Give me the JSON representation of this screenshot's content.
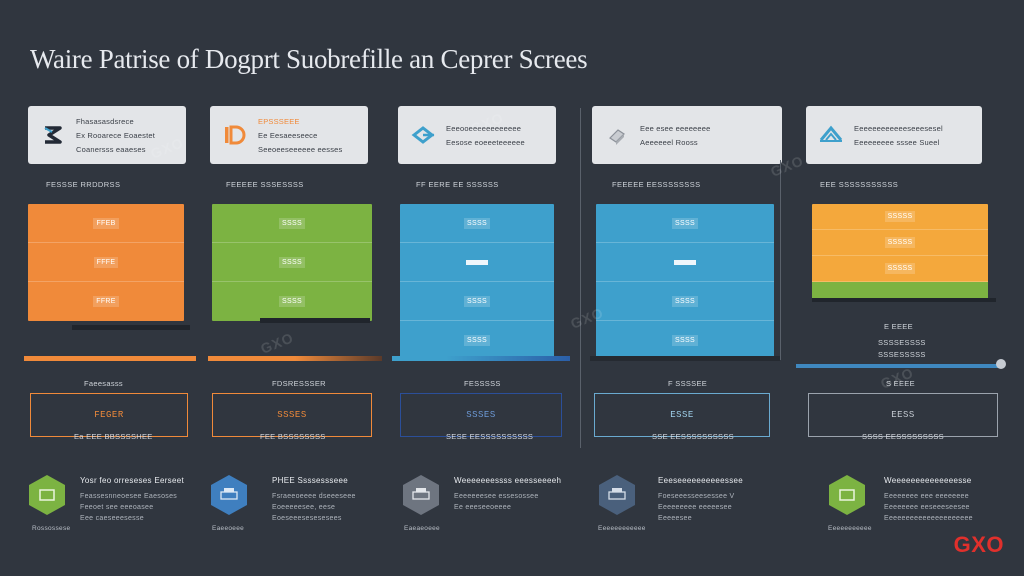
{
  "title": "Waire Patrise of Dogprt  Suobrefille  an Ceprer Screes",
  "brand": "GXO",
  "watermark": "GXO",
  "colors": {
    "background": "#30363f",
    "orange": "#f08a3a",
    "green": "#7cb342",
    "blue": "#3ea0cc",
    "yellow": "#f4a83c",
    "brand_red": "#e0302c"
  },
  "columns": [
    {
      "logo_icon": "s-shape-logo-icon",
      "card_lines": [
        "Fhasasasdsrece",
        "Ex Rooarece Eoaestet",
        "Coanersss eaaeses"
      ],
      "column_label": "FESSSE RRDDRSS",
      "block_rows": [
        "FFEB",
        "FFFE",
        "FFRE"
      ],
      "sub_label": "Faeesasss",
      "panel_value": "FEGER",
      "panel_caption": "Ea EEE BBSSSSHEE",
      "hex_caption": "Rossossese",
      "info_title": "Yosr feo orreseses Eerseet",
      "info_lines": [
        "Feassesnneoesee Eaesoses",
        "Feeoet see eeeoasee",
        "Eee caeseeesesse"
      ]
    },
    {
      "logo_icon": "d-shape-logo-icon",
      "card_lines": [
        "EPSSSEEE",
        "Ee Eesaeeseece",
        "Seeoeeseeeeee eesses"
      ],
      "column_label": "FEEEEE SSSESSSS",
      "block_rows": [
        "SSSS",
        "SSSS",
        "SSSS"
      ],
      "sub_label": "FDSRESSSER",
      "panel_value": "SSSES",
      "panel_caption": "FEE BSSSSSSSS",
      "hex_caption": "Eaeeoeee",
      "info_title": "PHEE Ssssessseee",
      "info_lines": [
        "Fsraeeoeeee dseeeseee",
        "Eoeeeeesee, eese",
        "Eoeseeesesesesees"
      ]
    },
    {
      "logo_icon": "chevron-logo-icon",
      "card_lines": [
        "Eeeooeeeeeeeeeeee",
        "Eesose eoeeeteeeeee"
      ],
      "column_label": "FF EERE EE SSSSSS",
      "block_rows": [
        "SSSS",
        "",
        "SSSS",
        "SSSS"
      ],
      "sub_label": "FESSSSS",
      "panel_value": "SSSES",
      "panel_caption": "SESE EESSSSSSSSSS",
      "hex_caption": "Eaeaeoeee",
      "info_title": "Weeeeeeessss eeesseeeeh",
      "info_lines": [
        "Eeeeeeesee essesossee",
        "Ee eeeseeoeeee"
      ]
    },
    {
      "logo_icon": "box-logo-icon",
      "card_lines": [
        "Eee esee eeeeeeee",
        "Aeeeeeel Rooss"
      ],
      "column_label": "FEEEEE EESSSSSSSS",
      "block_rows": [
        "SSSS",
        "",
        "SSSS",
        "SSSS"
      ],
      "sub_label": "F SSSSEE",
      "panel_value": "ESSE",
      "panel_caption": "SSE EESSSSSSSSSS",
      "hex_caption": "Eeeeeeeeeeee",
      "info_title": "Eeeseeeeeeeeeessee",
      "info_lines": [
        "Foeseeesseesessee   V",
        "Eeeeeeeee eeeeesee",
        "Eeeeesee"
      ]
    },
    {
      "logo_icon": "bridge-logo-icon",
      "card_lines": [
        "Eeeeeeeeeeeeseeesesel",
        "Eeeeeeeee sssee Sueel"
      ],
      "column_label": "EEE SSSSSSSSSSS",
      "block_rows": [
        "SSSSS",
        "SSSSS",
        "SSSSS"
      ],
      "sub_label": "S EEEE",
      "panel_value": "EESS",
      "panel_caption": "SSSS EESSSSSSSSS",
      "hex_caption": "Eeeeeeeeeee",
      "info_title": "Weeeeeeeeeeeeeesse",
      "info_lines": [
        "Eeeeeeee eee eeeeeeee",
        "Eeeeeeee eeseeeseesee",
        "Eeeeeeeeeeeeeeeeeeeee"
      ]
    },
    {
      "side_lines": [
        "E EEEE",
        "SSSSESSSS",
        "SSSESSSSS"
      ]
    }
  ]
}
